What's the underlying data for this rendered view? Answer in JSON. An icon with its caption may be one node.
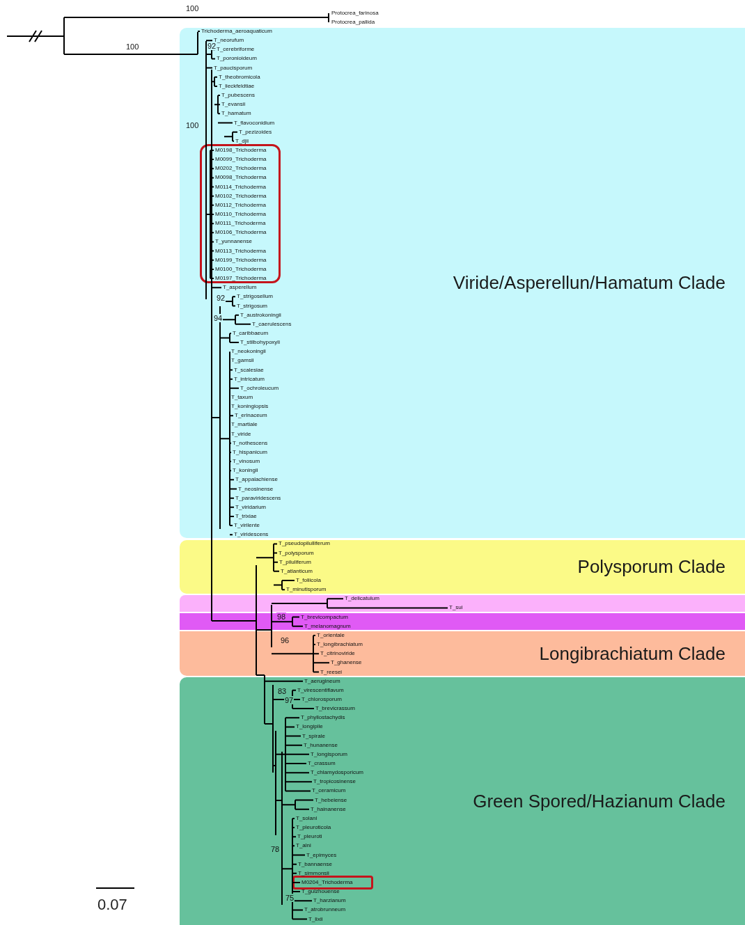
{
  "diagram": {
    "nodes": [
      {
        "text": [
          "Viride/Asperellun/Hamatum Clade"
        ]
      },
      {
        "text": [
          "M0198_Trichoderma",
          "M0099_Trichoderma",
          "M0202_Trichoderma",
          "M0098_Trichoderma",
          "M0114_Trichoderma",
          "M0102_Trichoderma",
          "M0112_Trichoderma",
          "M0110_Trichoderma",
          "M0111_Trichoderma",
          "M0106_Trichoderma",
          "T_yunnanense",
          "M0113_Trichoderma",
          "M0199_Trichoderma",
          "M0100_Trichoderma",
          "M0197_Trichoderma"
        ],
        "in": 0
      },
      {
        "text": [
          "Polysporum Clade"
        ]
      },
      {
        "text": [],
        "shape": "bar"
      },
      {
        "text": [],
        "shape": "bar"
      },
      {
        "text": [
          "Longibrachiatum Clade"
        ]
      },
      {
        "text": [
          "Green Spored/Hazianum Clade"
        ]
      },
      {
        "text": [
          "M0204_Trichoderma"
        ],
        "in": 6
      }
    ],
    "labels": [
      "Protocrea_farinosa",
      "Protocrea_pallida",
      "Trichoderma_aeroaquaticum",
      "T_neorufum",
      "T_cerebriforme",
      "T_poronioideum",
      "T_paucisporum",
      "T_theobromicola",
      "T_lieckfeldtiae",
      "T_pubescens",
      "T_evansii",
      "T_hamatum",
      "T_flavoconidium",
      "T_pezizoides",
      "T_djii",
      "T_asperellum",
      "T_strigosellum",
      "T_strigosum",
      "T_austrokoningii",
      "T_caerulescens",
      "T_caribbaeum",
      "T_stilbohypoxyli",
      "T_neokoningii",
      "T_gamsii",
      "T_scalesiae",
      "T_intricatum",
      "T_ochroleucum",
      "T_taxum",
      "T_koningiopsis",
      "T_erinaceum",
      "T_martiale",
      "T_viride",
      "T_nothescens",
      "T_hispanicum",
      "T_vinosum",
      "T_koningii",
      "T_appalachiense",
      "T_neosinense",
      "T_paraviridescens",
      "T_viridarium",
      "T_trixiae",
      "T_virilente",
      "T_viridescens",
      "T_pseudopilulliferum",
      "T_polysporum",
      "T_piluliferum",
      "T_atlanticum",
      "T_foliicola",
      "T_minutisporum",
      "T_delicatulum",
      "T_sui",
      "T_brevicompactum",
      "T_melanomagnum",
      "T_orientale",
      "T_longibrachiatum",
      "T_citrinoviride",
      "T_ghanense",
      "T_reesei",
      "T_aerugineum",
      "T_virescentiflavum",
      "T_chlorosporum",
      "T_brevicrassum",
      "T_phyllostachydis",
      "T_longipile",
      "T_spirale",
      "T_hunanense",
      "T_longisporum",
      "T_crassum",
      "T_chlamydosporicum",
      "T_tropicosinense",
      "T_ceramicum",
      "T_hebeiense",
      "T_hainanense",
      "T_solani",
      "T_pleuroticola",
      "T_pleuroti",
      "T_alni",
      "T_epimyces",
      "T_bannaense",
      "T_simmonsii",
      "T_guizhouense",
      "T_harzianum",
      "T_atrobrunneum",
      "T_lixii",
      "100",
      "100",
      "92",
      "100",
      "92",
      "94",
      "98",
      "96",
      "83",
      "97",
      "78",
      "75",
      "0.07"
    ]
  }
}
